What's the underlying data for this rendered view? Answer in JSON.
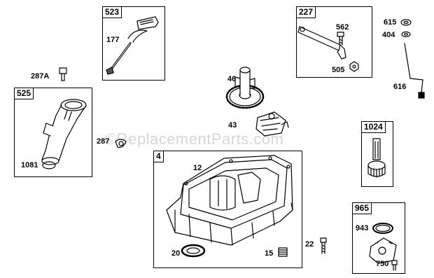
{
  "watermark": "©ReplacementParts.com",
  "groups": {
    "g523": "523",
    "g227": "227",
    "g525": "525",
    "g1024": "1024",
    "g4": "4",
    "g965": "965"
  },
  "parts": {
    "p177": "177",
    "p287a": "287A",
    "p1081": "1081",
    "p287": "287",
    "p46": "46",
    "p43": "43",
    "p562": "562",
    "p505": "505",
    "p615": "615",
    "p404": "404",
    "p616": "616",
    "p12": "12",
    "p20": "20",
    "p15": "15",
    "p22": "22",
    "p943": "943",
    "p750": "750"
  }
}
